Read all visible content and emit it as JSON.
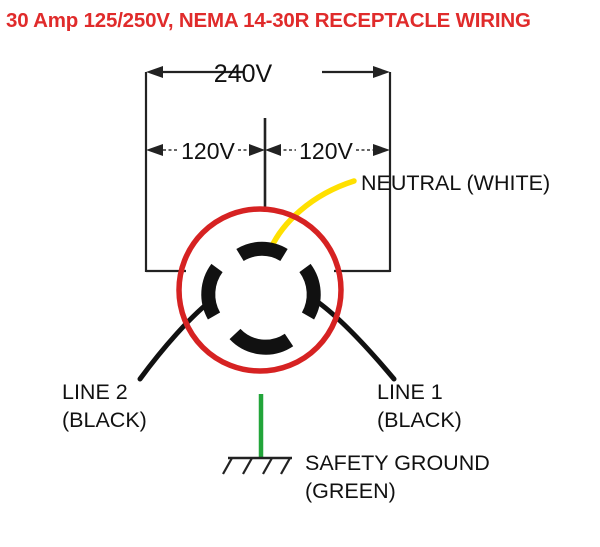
{
  "title": "30 Amp 125/250V, NEMA 14-30R RECEPTACLE WIRING",
  "colors": {
    "title_red": "#e02b2b",
    "receptacle_red": "#d62222",
    "neutral_wire_yellow": "#ffe000",
    "ground_wire_green": "#22a53a",
    "line_wire_black": "#111111",
    "dimension_black": "#222222",
    "background": "#ffffff"
  },
  "dimensions": {
    "total": {
      "label": "240V",
      "icon": "double-arrow-horizontal"
    },
    "left_half": {
      "label": "120V",
      "icon": "double-arrow-horizontal"
    },
    "right_half": {
      "label": "120V",
      "icon": "double-arrow-horizontal"
    }
  },
  "receptacle": {
    "type": "NEMA 14-30R",
    "slots": [
      {
        "name": "neutral-slot",
        "position": "top"
      },
      {
        "name": "line-2-slot",
        "position": "left"
      },
      {
        "name": "line-1-slot",
        "position": "right"
      },
      {
        "name": "ground-slot",
        "position": "bottom"
      }
    ]
  },
  "labels": {
    "neutral": {
      "line1": "NEUTRAL (WHITE)",
      "line2": ""
    },
    "line2": {
      "line1": "LINE 2",
      "line2": "(BLACK)"
    },
    "line1": {
      "line1": "LINE 1",
      "line2": "(BLACK)"
    },
    "ground": {
      "line1": "SAFETY GROUND",
      "line2": "(GREEN)"
    }
  }
}
